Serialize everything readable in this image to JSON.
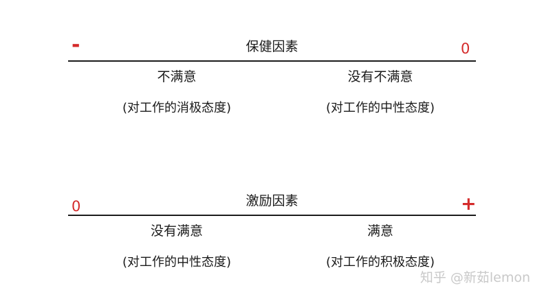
{
  "colors": {
    "accent": "#d42a2a",
    "text": "#1a1a1a",
    "line": "#1a1a1a",
    "watermark": "#c9c9c9"
  },
  "hygiene": {
    "title": "保健因素",
    "left_mark": "-",
    "right_mark": "0",
    "left": {
      "label": "不满意",
      "desc": "(对工作的消极态度)"
    },
    "right": {
      "label": "没有不满意",
      "desc": "(对工作的中性态度)"
    }
  },
  "motivator": {
    "title": "激励因素",
    "left_mark": "0",
    "right_mark": "+",
    "left": {
      "label": "没有满意",
      "desc": "(对工作的中性态度)"
    },
    "right": {
      "label": "满意",
      "desc": "(对工作的积极态度)"
    }
  },
  "watermark": "知乎 @新茹lemon"
}
